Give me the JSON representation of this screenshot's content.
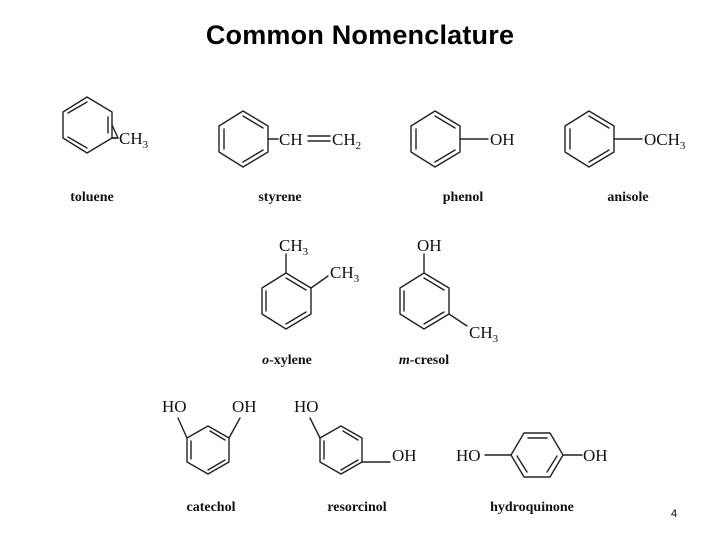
{
  "slide": {
    "title": "Common Nomenclature",
    "page_number": "4"
  },
  "compounds": [
    {
      "name": "toluene",
      "groups": [
        {
          "main": "CH",
          "sub": "3"
        }
      ]
    },
    {
      "name": "styrene",
      "groups": [
        {
          "main": "CH",
          "sub": ""
        },
        {
          "main": "CH",
          "sub": "2"
        }
      ]
    },
    {
      "name": "phenol",
      "groups": [
        {
          "main": "OH",
          "sub": ""
        }
      ]
    },
    {
      "name": "anisole",
      "groups": [
        {
          "main": "OCH",
          "sub": "3"
        }
      ]
    },
    {
      "name_prefix": "o",
      "name_rest": "-xylene",
      "groups": [
        {
          "main": "CH",
          "sub": "3"
        },
        {
          "main": "CH",
          "sub": "3"
        }
      ]
    },
    {
      "name_prefix": "m",
      "name_rest": "-cresol",
      "groups": [
        {
          "main": "OH",
          "sub": ""
        },
        {
          "main": "CH",
          "sub": "3"
        }
      ]
    },
    {
      "name": "catechol",
      "groups": [
        {
          "main": "HO",
          "sub": ""
        },
        {
          "main": "OH",
          "sub": ""
        }
      ]
    },
    {
      "name": "resorcinol",
      "groups": [
        {
          "main": "HO",
          "sub": ""
        },
        {
          "main": "OH",
          "sub": ""
        }
      ]
    },
    {
      "name": "hydroquinone",
      "groups": [
        {
          "main": "HO",
          "sub": ""
        },
        {
          "main": "OH",
          "sub": ""
        }
      ]
    }
  ]
}
